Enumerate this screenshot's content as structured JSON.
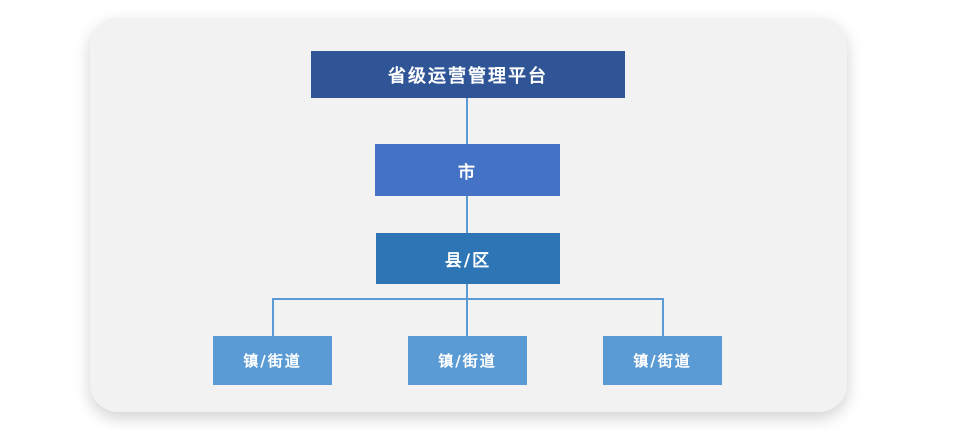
{
  "canvas": {
    "page_bg": "#ffffff",
    "card_bg": "#f2f2f2"
  },
  "org_chart": {
    "connector_color": "#5B9BD5",
    "root": {
      "label": "省级运营管理平台",
      "color": "#2F5597"
    },
    "city": {
      "label": "市",
      "color": "#4472C4"
    },
    "county": {
      "label": "县/区",
      "color": "#2E75B6"
    },
    "towns": [
      {
        "label": "镇/街道",
        "color": "#5B9BD5"
      },
      {
        "label": "镇/街道",
        "color": "#5B9BD5"
      },
      {
        "label": "镇/街道",
        "color": "#5B9BD5"
      }
    ]
  }
}
